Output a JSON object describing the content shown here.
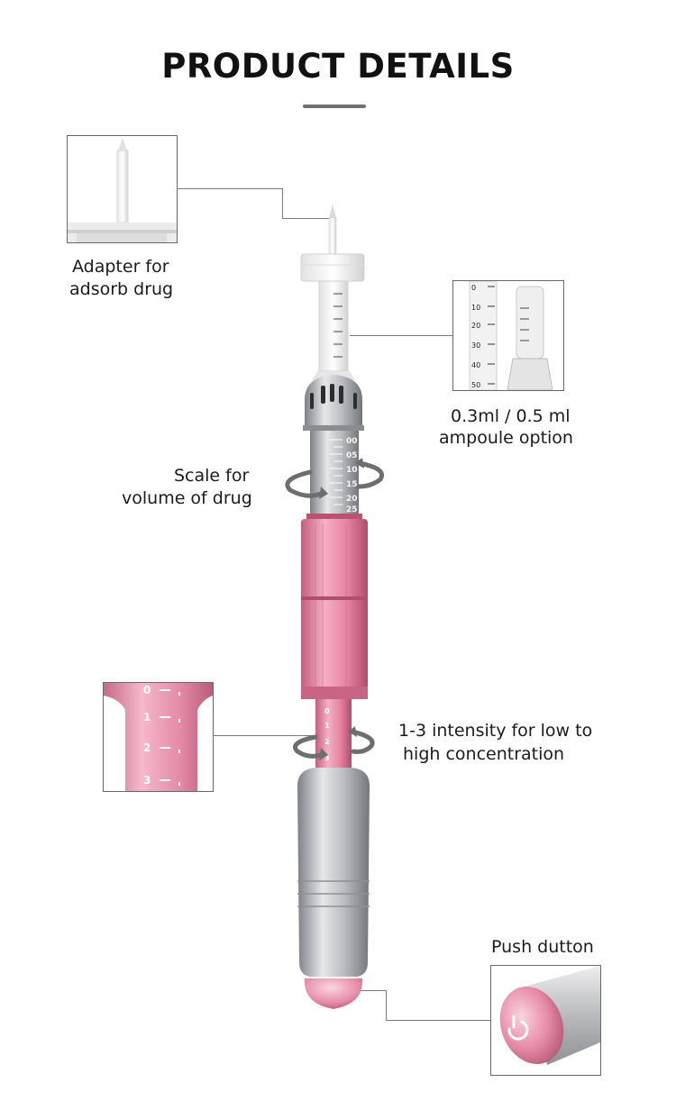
{
  "header": {
    "title": "PRODUCT DETAILS"
  },
  "callouts": {
    "adapter": {
      "line1": "Adapter for",
      "line2": "adsorb drug"
    },
    "ampoule": {
      "line1": "0.3ml / 0.5 ml",
      "line2": "ampoule option"
    },
    "scale": {
      "line1": "Scale for",
      "line2": "volume of drug"
    },
    "intensity": {
      "line1": "1-3 intensity for low to",
      "line2": "high concentration"
    },
    "push": {
      "line1": "Push dutton"
    }
  },
  "intensity_scale": [
    "0",
    "1",
    "2",
    "3"
  ],
  "ampoule_scale": [
    "0",
    "10",
    "20",
    "30",
    "40",
    "50"
  ],
  "colors": {
    "pink": "#e889a5",
    "silver": "#c9cbcf",
    "text": "#1b1b1b"
  }
}
